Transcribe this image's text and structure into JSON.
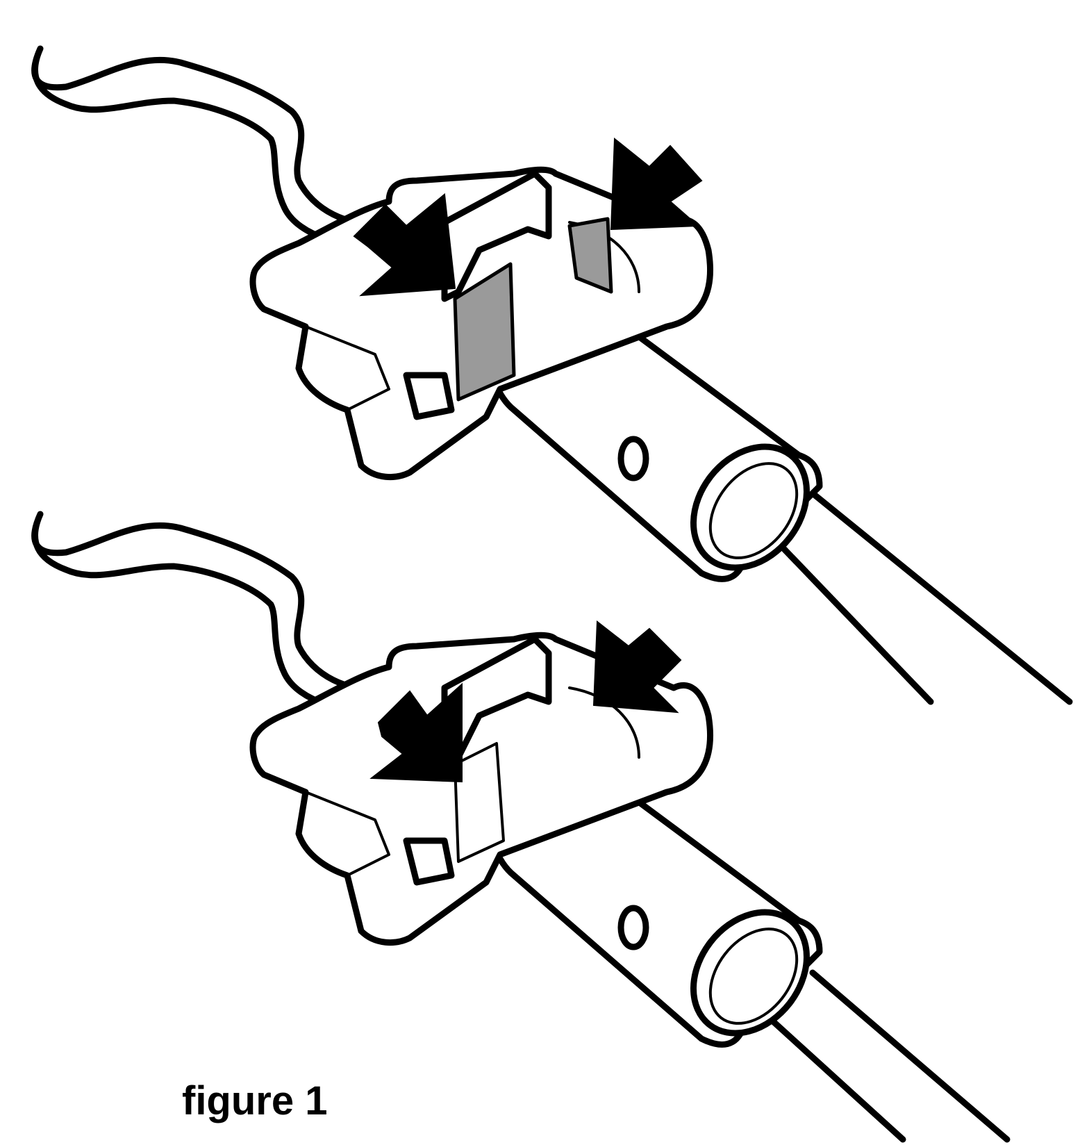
{
  "figure": {
    "caption": "figure 1",
    "panels": [
      {
        "name": "top-clip-assembly",
        "arrows": 2,
        "shaded_tabs": true
      },
      {
        "name": "bottom-clip-assembly",
        "arrows": 2,
        "shaded_tabs": false
      }
    ],
    "colors": {
      "ink": "#000000",
      "paper": "#ffffff",
      "shade": "#9a9a9a"
    },
    "icons": [
      "arrow-icon"
    ]
  }
}
